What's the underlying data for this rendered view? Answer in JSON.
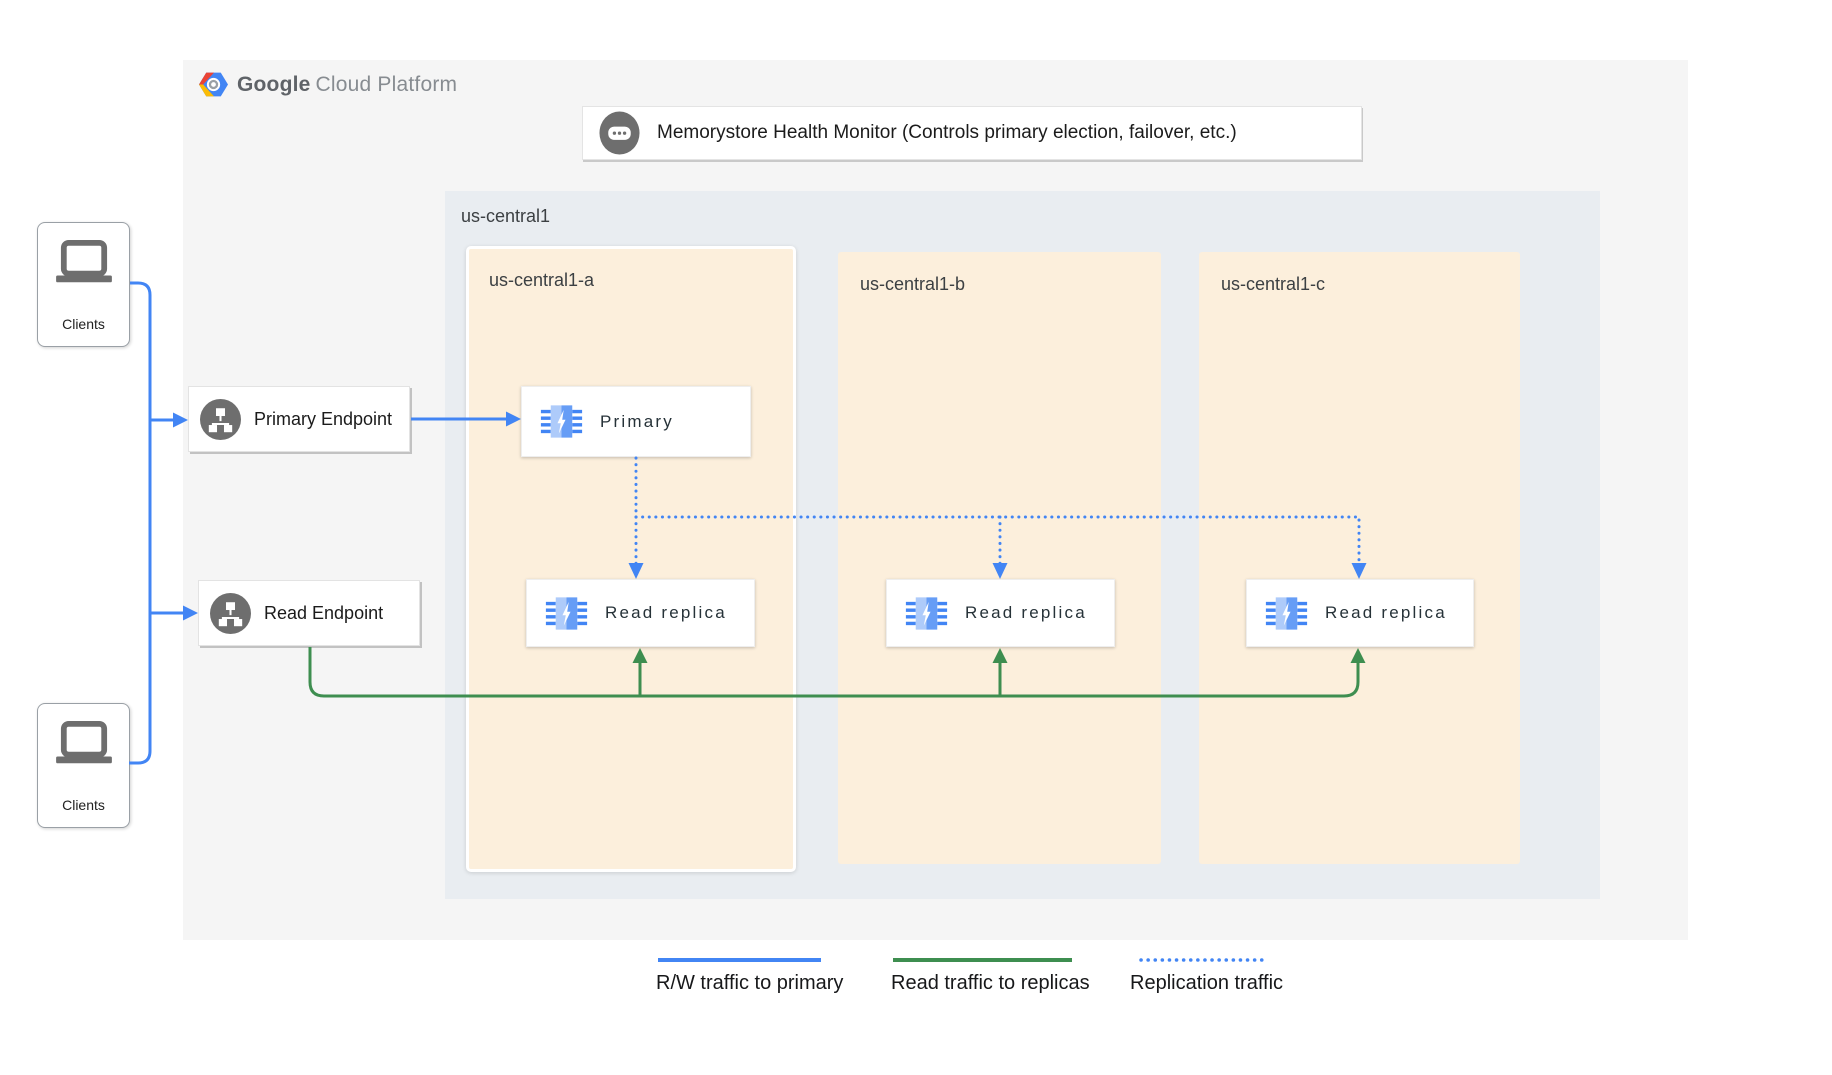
{
  "colors": {
    "blue": "#4285f4",
    "green": "#3e8e50",
    "panel": "#f5f5f5",
    "region": "#e9edf1",
    "zone": "#fcefdc",
    "logo_red": "#ea4335",
    "logo_yellow": "#fbbc05",
    "icon_gray": "#6e6e6e"
  },
  "logo": {
    "google": "Google",
    "cloud": "Cloud Platform"
  },
  "health_monitor": {
    "label": "Memorystore Health Monitor (Controls primary election, failover, etc.)",
    "icon": "chat-icon"
  },
  "region": {
    "label": "us-central1"
  },
  "zones": [
    {
      "label": "us-central1-a"
    },
    {
      "label": "us-central1-b"
    },
    {
      "label": "us-central1-c"
    }
  ],
  "clients": {
    "top": {
      "label": "Clients"
    },
    "bottom": {
      "label": "Clients"
    }
  },
  "endpoints": {
    "primary": {
      "label": "Primary Endpoint",
      "icon": "network-icon"
    },
    "read": {
      "label": "Read Endpoint",
      "icon": "network-icon"
    }
  },
  "instances": {
    "primary": {
      "label": "Primary",
      "icon": "memorystore-icon"
    },
    "replicas": [
      {
        "label": "Read replica",
        "icon": "memorystore-icon"
      },
      {
        "label": "Read replica",
        "icon": "memorystore-icon"
      },
      {
        "label": "Read replica",
        "icon": "memorystore-icon"
      }
    ]
  },
  "legend": [
    {
      "label": "R/W traffic to primary",
      "style": "solid",
      "color": "blue"
    },
    {
      "label": "Read traffic to replicas",
      "style": "solid",
      "color": "green"
    },
    {
      "label": "Replication traffic",
      "style": "dotted",
      "color": "blue"
    }
  ]
}
